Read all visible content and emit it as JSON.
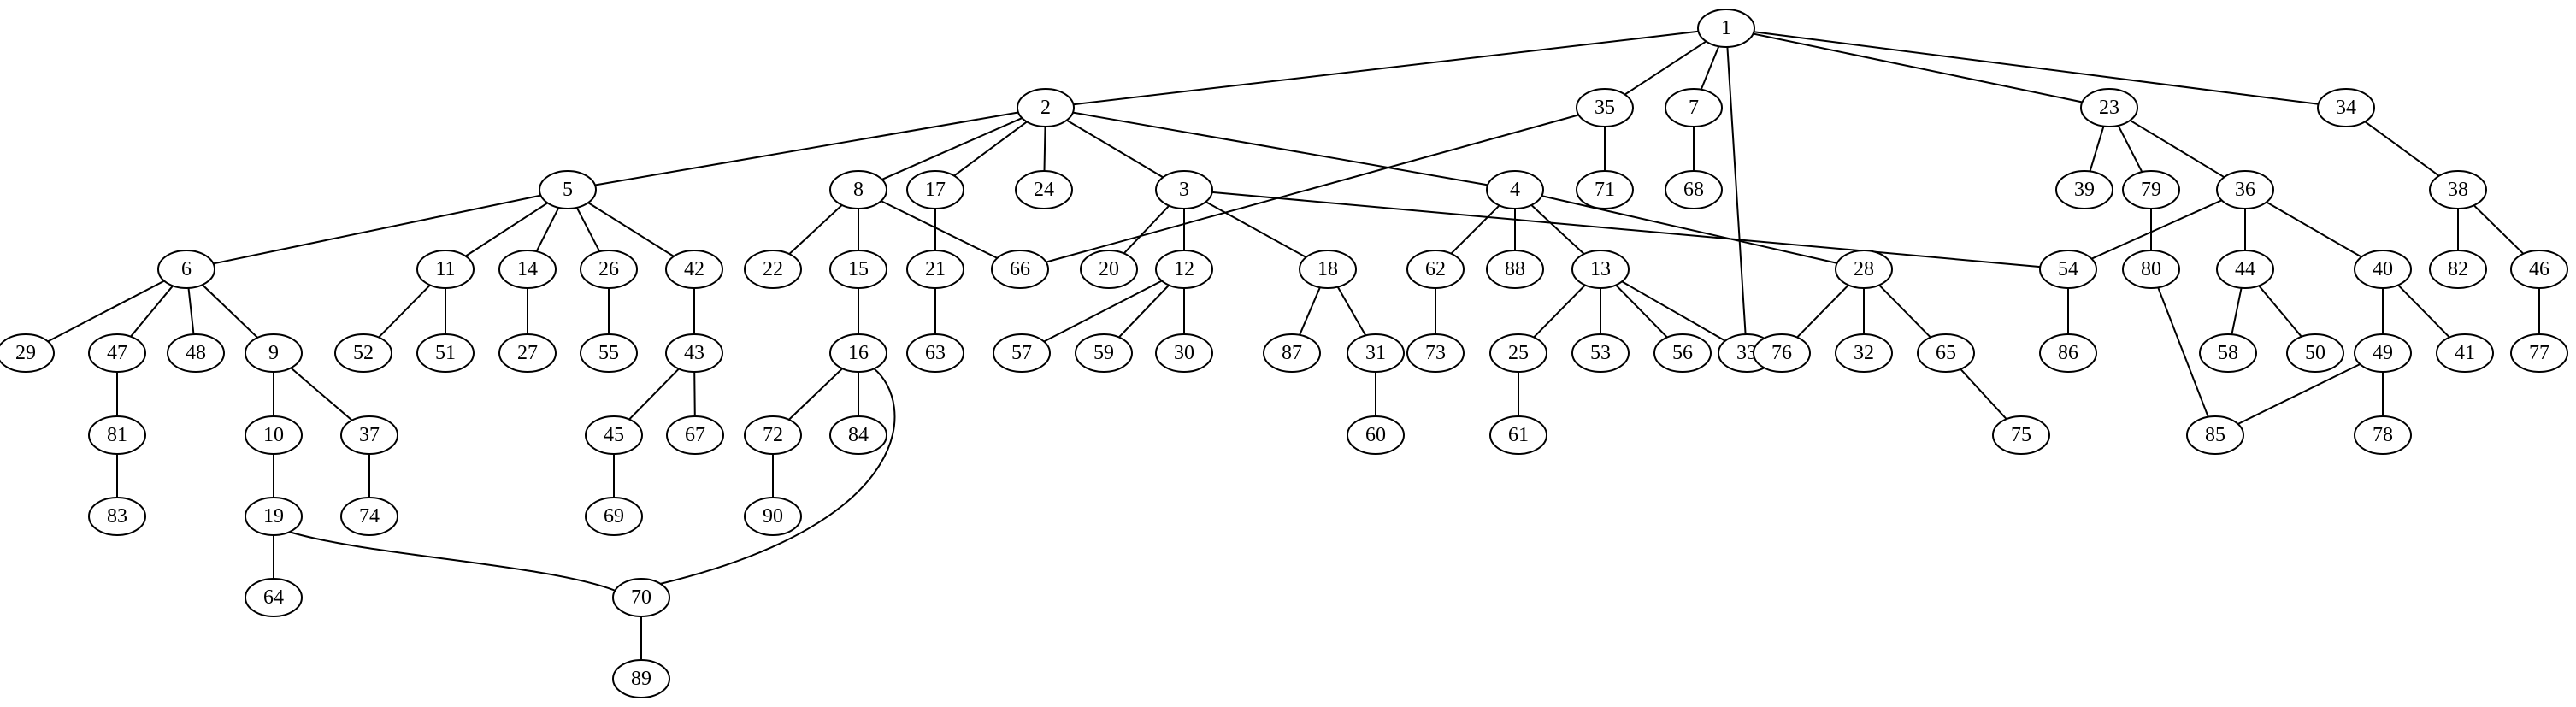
{
  "graph": {
    "nodes": [
      "1",
      "2",
      "3",
      "4",
      "5",
      "6",
      "7",
      "8",
      "9",
      "10",
      "11",
      "12",
      "13",
      "14",
      "15",
      "16",
      "17",
      "18",
      "19",
      "20",
      "21",
      "22",
      "23",
      "24",
      "25",
      "26",
      "27",
      "28",
      "29",
      "30",
      "31",
      "32",
      "33",
      "34",
      "35",
      "36",
      "37",
      "38",
      "39",
      "40",
      "41",
      "42",
      "43",
      "44",
      "45",
      "46",
      "47",
      "48",
      "49",
      "50",
      "51",
      "52",
      "53",
      "54",
      "55",
      "56",
      "57",
      "58",
      "59",
      "60",
      "61",
      "62",
      "63",
      "64",
      "65",
      "66",
      "67",
      "68",
      "69",
      "70",
      "71",
      "72",
      "73",
      "74",
      "75",
      "76",
      "77",
      "78",
      "79",
      "80",
      "81",
      "82",
      "83",
      "84",
      "85",
      "86",
      "87",
      "88",
      "89",
      "90"
    ],
    "edges": [
      [
        "1",
        "2"
      ],
      [
        "1",
        "35"
      ],
      [
        "1",
        "7"
      ],
      [
        "1",
        "33"
      ],
      [
        "1",
        "23"
      ],
      [
        "1",
        "34"
      ],
      [
        "2",
        "5"
      ],
      [
        "2",
        "8"
      ],
      [
        "2",
        "17"
      ],
      [
        "2",
        "24"
      ],
      [
        "2",
        "3"
      ],
      [
        "2",
        "4"
      ],
      [
        "35",
        "66"
      ],
      [
        "35",
        "71"
      ],
      [
        "7",
        "68"
      ],
      [
        "23",
        "39"
      ],
      [
        "23",
        "79"
      ],
      [
        "23",
        "36"
      ],
      [
        "34",
        "38"
      ],
      [
        "5",
        "6"
      ],
      [
        "5",
        "11"
      ],
      [
        "5",
        "14"
      ],
      [
        "5",
        "26"
      ],
      [
        "5",
        "42"
      ],
      [
        "8",
        "22"
      ],
      [
        "8",
        "15"
      ],
      [
        "8",
        "66"
      ],
      [
        "17",
        "21"
      ],
      [
        "3",
        "20"
      ],
      [
        "3",
        "12"
      ],
      [
        "3",
        "18"
      ],
      [
        "3",
        "54"
      ],
      [
        "4",
        "62"
      ],
      [
        "4",
        "88"
      ],
      [
        "4",
        "13"
      ],
      [
        "4",
        "28"
      ],
      [
        "79",
        "80"
      ],
      [
        "36",
        "54"
      ],
      [
        "36",
        "44"
      ],
      [
        "36",
        "40"
      ],
      [
        "38",
        "82"
      ],
      [
        "38",
        "46"
      ],
      [
        "6",
        "29"
      ],
      [
        "6",
        "47"
      ],
      [
        "6",
        "48"
      ],
      [
        "6",
        "9"
      ],
      [
        "11",
        "52"
      ],
      [
        "11",
        "51"
      ],
      [
        "14",
        "27"
      ],
      [
        "26",
        "55"
      ],
      [
        "42",
        "43"
      ],
      [
        "15",
        "16"
      ],
      [
        "21",
        "63"
      ],
      [
        "12",
        "57"
      ],
      [
        "12",
        "59"
      ],
      [
        "12",
        "30"
      ],
      [
        "18",
        "87"
      ],
      [
        "18",
        "31"
      ],
      [
        "62",
        "73"
      ],
      [
        "13",
        "25"
      ],
      [
        "13",
        "53"
      ],
      [
        "13",
        "56"
      ],
      [
        "13",
        "33"
      ],
      [
        "28",
        "76"
      ],
      [
        "28",
        "32"
      ],
      [
        "28",
        "65"
      ],
      [
        "54",
        "86"
      ],
      [
        "80",
        "85"
      ],
      [
        "44",
        "58"
      ],
      [
        "44",
        "50"
      ],
      [
        "40",
        "49"
      ],
      [
        "40",
        "41"
      ],
      [
        "46",
        "77"
      ],
      [
        "47",
        "81"
      ],
      [
        "9",
        "10"
      ],
      [
        "9",
        "37"
      ],
      [
        "43",
        "45"
      ],
      [
        "43",
        "67"
      ],
      [
        "16",
        "72"
      ],
      [
        "16",
        "84"
      ],
      [
        "16",
        "70"
      ],
      [
        "31",
        "60"
      ],
      [
        "25",
        "61"
      ],
      [
        "65",
        "75"
      ],
      [
        "49",
        "85"
      ],
      [
        "49",
        "78"
      ],
      [
        "81",
        "83"
      ],
      [
        "10",
        "19"
      ],
      [
        "37",
        "74"
      ],
      [
        "45",
        "69"
      ],
      [
        "72",
        "90"
      ],
      [
        "19",
        "64"
      ],
      [
        "19",
        "70"
      ],
      [
        "70",
        "89"
      ]
    ]
  }
}
